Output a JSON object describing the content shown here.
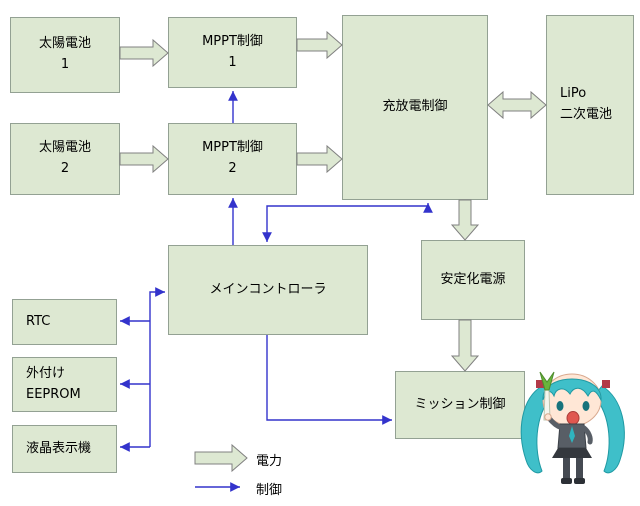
{
  "diagram": {
    "boxes": {
      "solar1": {
        "line1": "太陽電池",
        "line2": "1"
      },
      "solar2": {
        "line1": "太陽電池",
        "line2": "2"
      },
      "mppt1": {
        "line1": "MPPT制御",
        "line2": "1"
      },
      "mppt2": {
        "line1": "MPPT制御",
        "line2": "2"
      },
      "charge": {
        "line1": "充放電制御"
      },
      "lipo": {
        "line1": "LiPo",
        "line2": "二次電池"
      },
      "regulator": {
        "line1": "安定化電源"
      },
      "main": {
        "line1": "メインコントローラ"
      },
      "rtc": {
        "line1": "RTC"
      },
      "eeprom": {
        "line1": "外付け",
        "line2": "EEPROM"
      },
      "lcd": {
        "line1": "液晶表示機"
      },
      "mission": {
        "line1": "ミッション制御"
      }
    },
    "legend": {
      "power": "電力",
      "control": "制御"
    },
    "colors": {
      "box_fill": "#dde8d2",
      "box_border": "#93a193",
      "power_arrow_fill": "#dde8d2",
      "power_arrow_outline": "#808080",
      "control_arrow": "#3333cc"
    }
  }
}
